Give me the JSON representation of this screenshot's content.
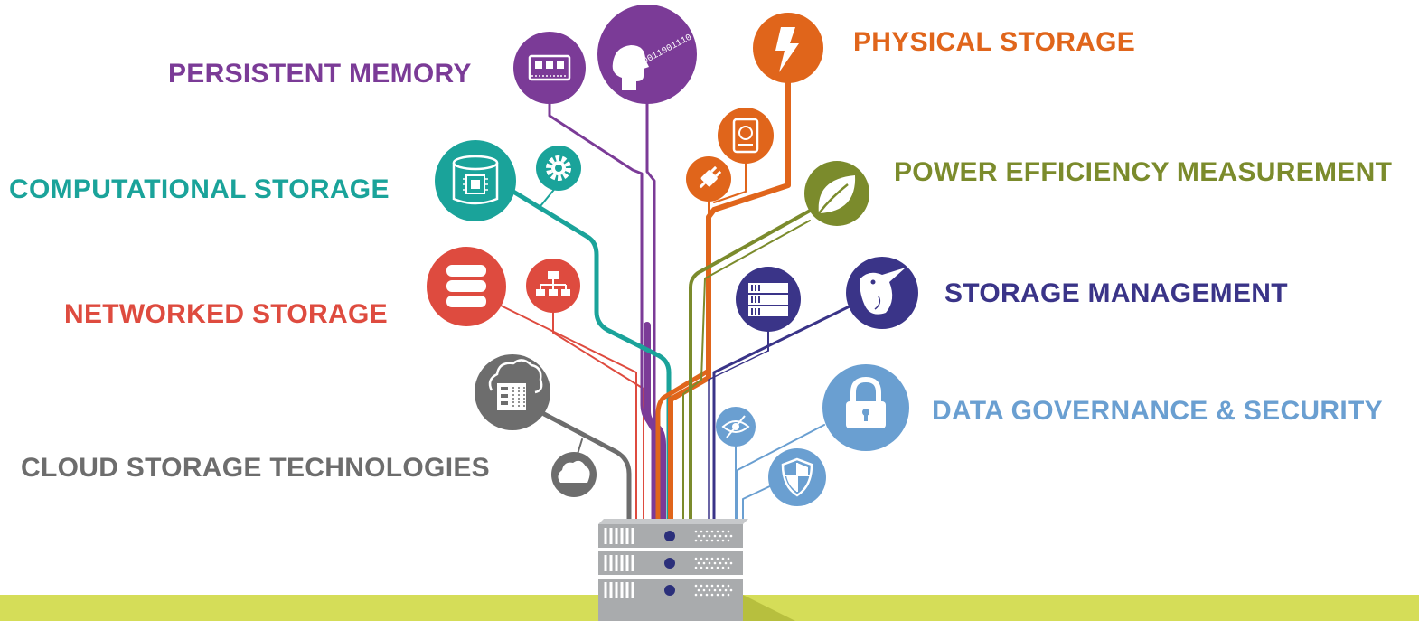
{
  "colors": {
    "persistent_memory": "#7b3b97",
    "physical_storage": "#e0651b",
    "computational_storage": "#1aa39a",
    "power_efficiency": "#7b8b2c",
    "networked_storage": "#de4b3f",
    "storage_management": "#3a3488",
    "cloud_storage": "#6d6d6d",
    "data_governance": "#6a9fd1",
    "ground_band": "#d5dd58",
    "server_body": "#a9abad"
  },
  "labels": {
    "persistent_memory": "PERSISTENT MEMORY",
    "physical_storage": "PHYSICAL STORAGE",
    "computational_storage": "COMPUTATIONAL STORAGE",
    "power_efficiency": "POWER EFFICIENCY MEASUREMENT",
    "networked_storage": "NETWORKED STORAGE",
    "storage_management": "STORAGE MANAGEMENT",
    "cloud_storage": "CLOUD STORAGE TECHNOLOGIES",
    "data_governance": "DATA GOVERNANCE & SECURITY"
  },
  "icon_text": {
    "binary_stream": "0011001110"
  },
  "icons": {
    "memory_module": "memory-module-icon",
    "binary_head": "binary-head-icon",
    "lightning": "lightning-bolt-icon",
    "hard_drive": "hard-drive-icon",
    "plug": "power-plug-icon",
    "leaf": "leaf-icon",
    "chip_cylinder": "chip-cylinder-icon",
    "gear": "gear-icon",
    "database": "database-icon",
    "network_tree": "network-tree-icon",
    "server_rack": "server-rack-icon",
    "bird": "bird-icon",
    "cloud_server": "cloud-server-icon",
    "cloud": "cloud-icon",
    "lock": "padlock-icon",
    "eye_slash": "eye-slash-icon",
    "shield": "shield-icon"
  }
}
